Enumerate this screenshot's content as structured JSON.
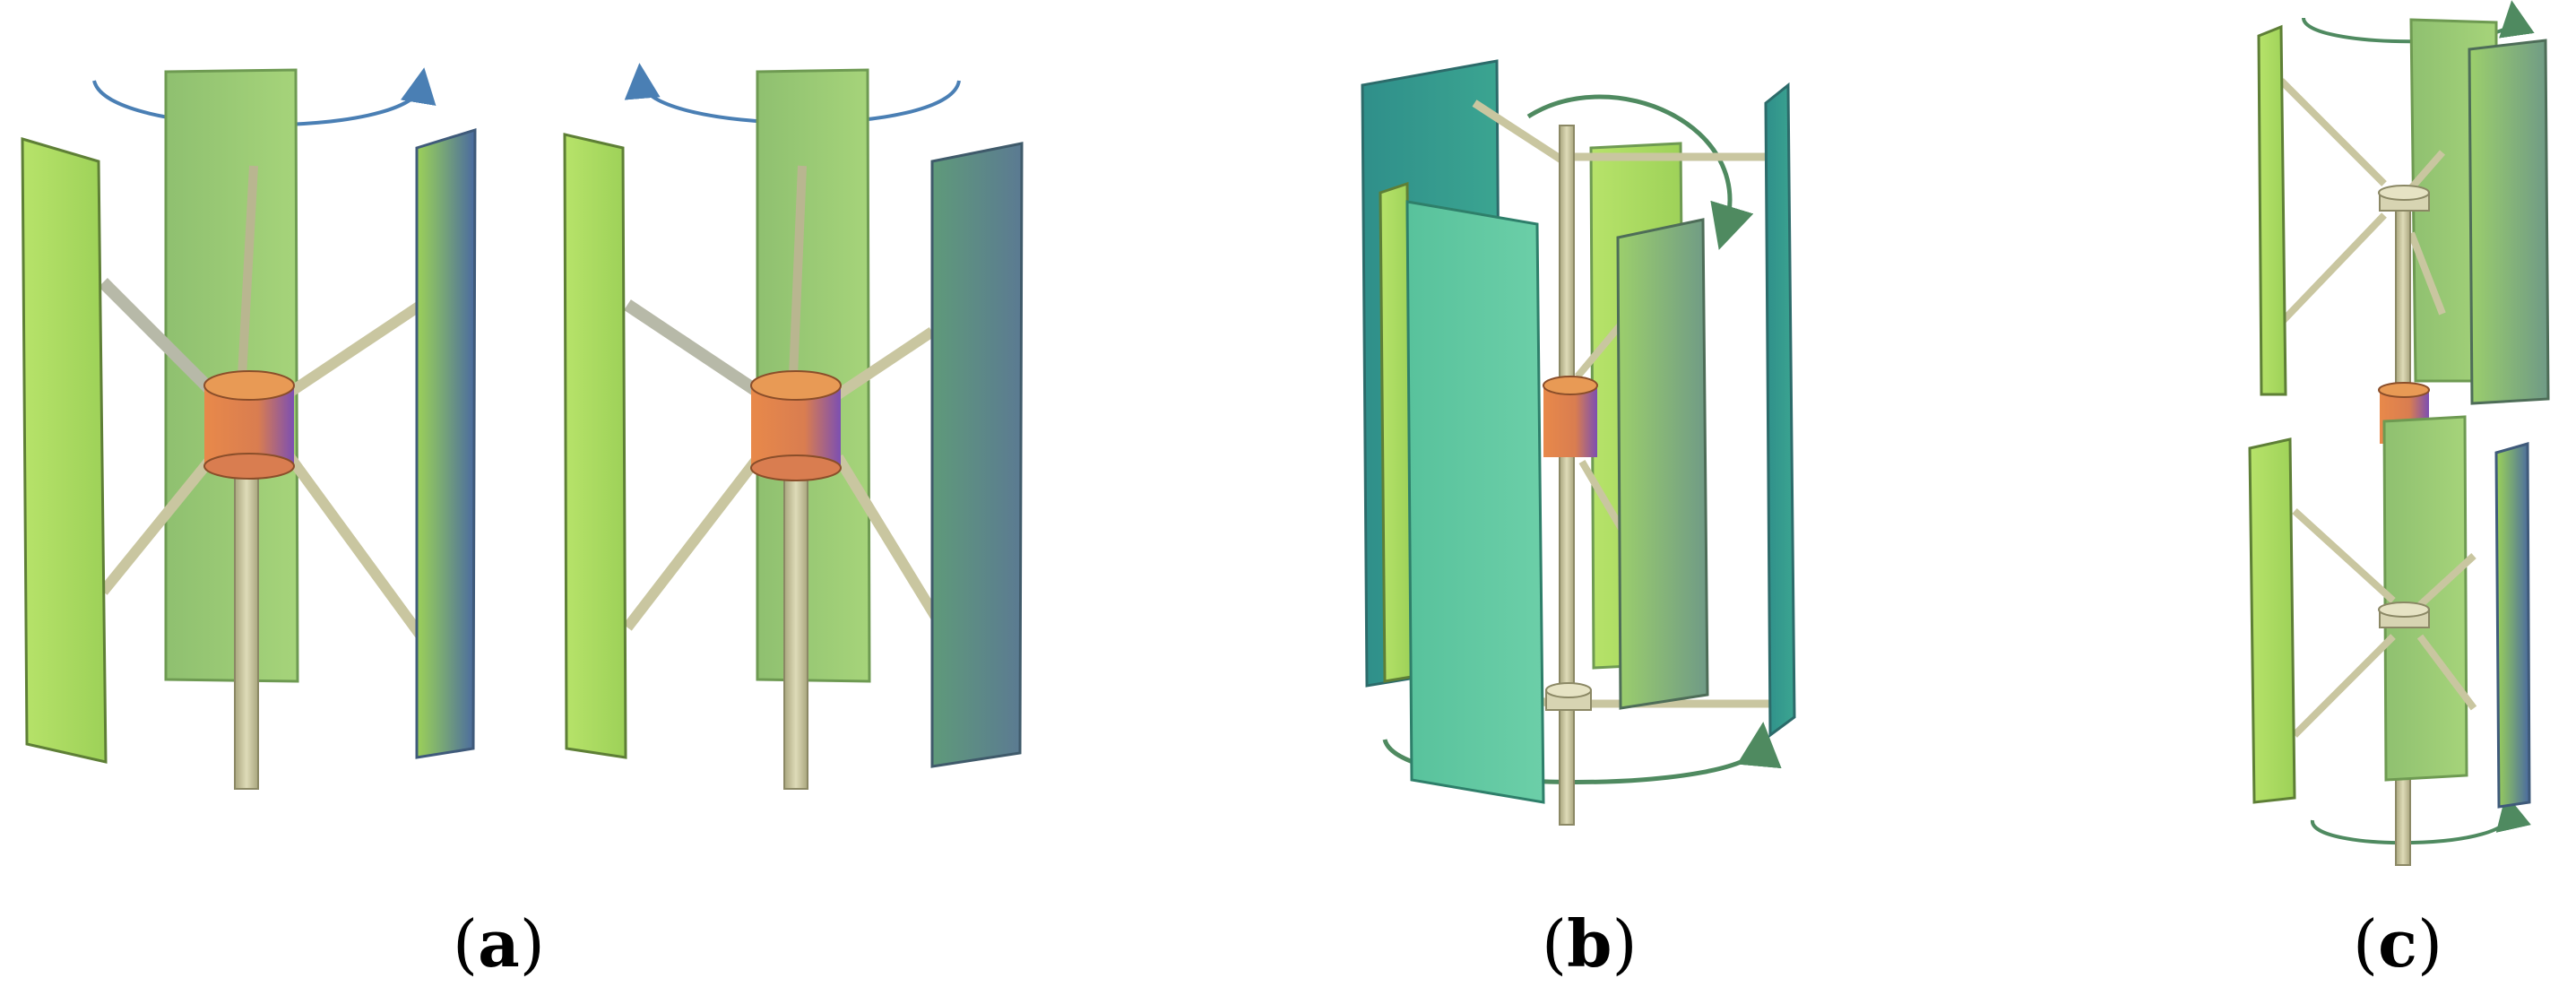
{
  "panels": [
    {
      "id": "a",
      "caption_open": "(",
      "caption_letter": "a",
      "caption_close": ")"
    },
    {
      "id": "b",
      "caption_open": "(",
      "caption_letter": "b",
      "caption_close": ")"
    },
    {
      "id": "c",
      "caption_open": "(",
      "caption_letter": "c",
      "caption_close": ")"
    }
  ],
  "colors": {
    "blade_light": "#a8d95c",
    "blade_mid": "#8fc768",
    "blade_dark_blue": "#4d6f9e",
    "blade_teal": "#2e9a8c",
    "blade_aqua": "#63c8a2",
    "hub_orange": "#e8894a",
    "hub_purple": "#7f4fb0",
    "shaft": "#c9c6a0",
    "arrow_blue": "#4a7fb4",
    "arrow_green": "#4f8a60"
  }
}
